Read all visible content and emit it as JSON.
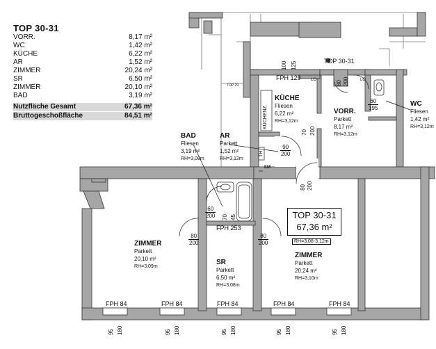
{
  "unit_title": "TOP 30-31",
  "area_table": {
    "rows": [
      {
        "name": "VORR.",
        "value": "8,17 m²"
      },
      {
        "name": "WC",
        "value": "1,42 m²"
      },
      {
        "name": "KÜCHE",
        "value": "6,22 m²"
      },
      {
        "name": "AR",
        "value": "1,52 m²"
      },
      {
        "name": "ZIMMER",
        "value": "20,24 m²"
      },
      {
        "name": "SR",
        "value": "6,50 m²"
      },
      {
        "name": "ZIMMER",
        "value": "20,10 m²"
      },
      {
        "name": "BAD",
        "value": "3,19 m²"
      }
    ],
    "totals": [
      {
        "name": "Nutzfläche Gesamt",
        "value": "67,36 m²"
      },
      {
        "name": "Bruttogeschoßfläche",
        "value": "84,51 m²"
      }
    ]
  },
  "rooms": {
    "kueche": {
      "name": "KÜCHE",
      "floor": "Fliesen",
      "area": "6,22 m²",
      "rh": "RH=3,12m"
    },
    "vorr": {
      "name": "VORR.",
      "floor": "Parkett",
      "area": "8,17 m²",
      "rh": "RH=3,12m"
    },
    "wc": {
      "name": "WC",
      "floor": "Fliesen",
      "area": "1,42 m²",
      "rh": "RH=3,12m"
    },
    "bad": {
      "name": "BAD",
      "floor": "Fliesen",
      "area": "3,19 m²",
      "rh": "RH=3,08m"
    },
    "ar": {
      "name": "AR",
      "floor": "Parkett",
      "area": "1,52 m²",
      "rh": "RH=3,12m"
    },
    "zimmer_left": {
      "name": "ZIMMER",
      "floor": "Parkett",
      "area": "20,10 m²",
      "rh": "RH=3,09m"
    },
    "sr": {
      "name": "SR",
      "floor": "Parkett",
      "area": "6,50 m²",
      "rh": "RH=3,08m"
    },
    "zimmer_right": {
      "name": "ZIMMER",
      "floor": "Parkett",
      "area": "20,24 m²",
      "rh": "RH=3,10m"
    }
  },
  "top_box": {
    "label": "TOP 30-31",
    "area": "67,36 m²",
    "rh": "RH=3,08-3,12m"
  },
  "labels": {
    "top_entry": "TOP 30-31",
    "fph129": "FPH 129",
    "fph253": "FPH 253",
    "fph84": "FPH 84",
    "kuechenz": "KÜCHENZ.",
    "lo": "LO",
    "top29": "TOP 29",
    "th": "TH",
    "em": "EM"
  },
  "dims": {
    "d100": "100",
    "d125": "125",
    "d80": "80",
    "d200": "200",
    "d60": "60",
    "d195": "195",
    "d70": "70",
    "d90": "90",
    "d45": "45",
    "d95": "95",
    "d180": "180"
  }
}
